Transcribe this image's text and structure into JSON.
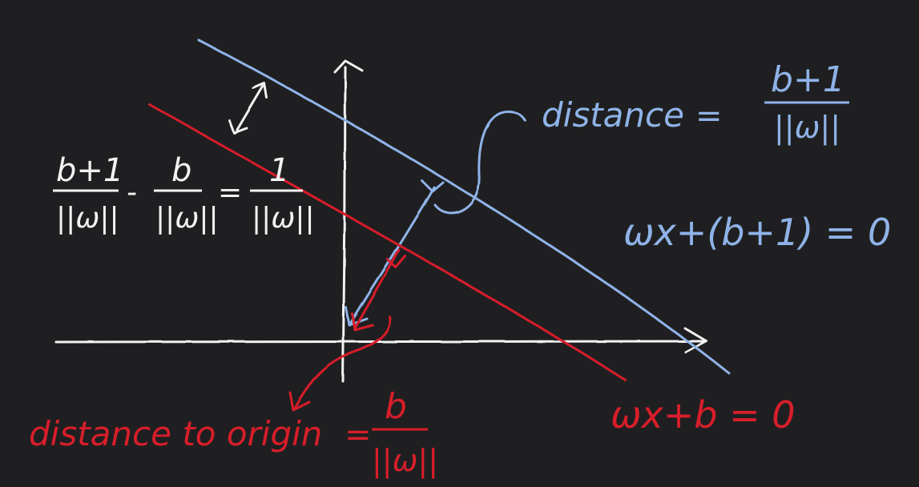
{
  "colors": {
    "background": "#1f1f21",
    "axes": "#f2f2f2",
    "blue": "#8fb3e8",
    "red": "#d81e2a",
    "white_text": "#f2f2f2"
  },
  "labels": {
    "distance_blue": {
      "lhs": "distance",
      "eq": "=",
      "num": "b+1",
      "den": "||ω||"
    },
    "blue_line_eq": "ωx+(b+1) = 0",
    "red_line_eq": "ωx+b = 0",
    "white_formula": {
      "num1": "b+1",
      "den1": "||ω||",
      "minus": "-",
      "num2": "b",
      "den2": "||ω||",
      "eq": "=",
      "num3": "1",
      "den3": "||ω||"
    },
    "distance_origin": {
      "lhs": "distance to origin",
      "eq": "=",
      "num": "b",
      "den": "||ω||"
    }
  },
  "icons": {
    "double_arrow": "double-headed-arrow-icon",
    "right_angle_blue": "right-angle-marker-icon",
    "right_angle_red": "right-angle-marker-icon"
  }
}
